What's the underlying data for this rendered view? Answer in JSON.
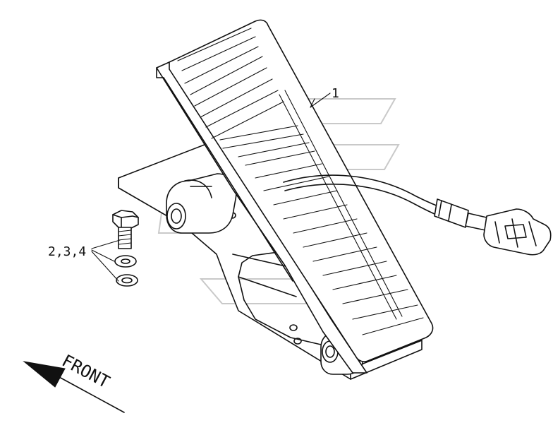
{
  "diagram": {
    "callouts": {
      "pedal_assembly": "1",
      "fastener_set": "2,3,4"
    },
    "direction_label": "FRONT"
  }
}
